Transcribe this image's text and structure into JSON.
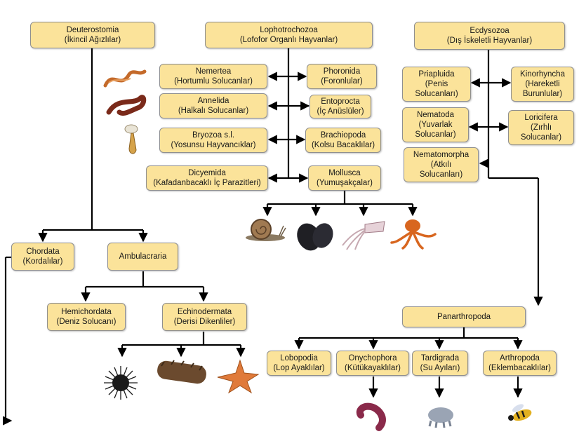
{
  "nodes": {
    "deuterostomia": {
      "name": "Deuterostomia",
      "sub": "(İkincil Ağızlılar)"
    },
    "lophotrochozoa": {
      "name": "Lophotrochozoa",
      "sub": "(Lofofor Organlı Hayvanlar)"
    },
    "ecdysozoa": {
      "name": "Ecdysozoa",
      "sub": "(Dış İskeletli Hayvanlar)"
    },
    "nemertea": {
      "name": "Nemertea",
      "sub": "(Hortumlu Solucanlar)"
    },
    "phoronida": {
      "name": "Phoronida",
      "sub": "(Foronlular)"
    },
    "annelida": {
      "name": "Annelida",
      "sub": "(Halkalı Solucanlar)"
    },
    "entoprocta": {
      "name": "Entoprocta",
      "sub": "(İç Anüslüler)"
    },
    "bryozoa": {
      "name": "Bryozoa s.l.",
      "sub": "(Yosunsu Hayvancıklar)"
    },
    "brachiopoda": {
      "name": "Brachiopoda",
      "sub": "(Kolsu Bacaklılar)"
    },
    "dicyemida": {
      "name": "Dicyemida",
      "sub": "(Kafadanbacaklı İç Parazitleri)"
    },
    "mollusca": {
      "name": "Mollusca",
      "sub": "(Yumuşakçalar)"
    },
    "priapulida": {
      "lines": [
        "Priapluida",
        "(Penis",
        "Solucanları)"
      ]
    },
    "kinorhyncha": {
      "lines": [
        "Kinorhyncha",
        "(Hareketli",
        "Burunlular)"
      ]
    },
    "nematoda": {
      "lines": [
        "Nematoda",
        "(Yuvarlak",
        "Solucanlar)"
      ]
    },
    "loricifera": {
      "lines": [
        "Loricifera",
        "(Zırhlı",
        "Solucanlar)"
      ]
    },
    "nematomorpha": {
      "lines": [
        "Nematomorpha",
        "(Atkılı",
        "Solucanları)"
      ]
    },
    "chordata": {
      "name": "Chordata",
      "sub": "(Kordalılar)"
    },
    "ambulacraria": {
      "name": "Ambulacraria",
      "sub": ""
    },
    "hemichordata": {
      "name": "Hemichordata",
      "sub": "(Deniz Solucanı)"
    },
    "echinodermata": {
      "name": "Echinodermata",
      "sub": "(Derisi Dikenliler)"
    },
    "panarthropoda": {
      "name": "Panarthropoda",
      "sub": ""
    },
    "lobopodia": {
      "name": "Lobopodia",
      "sub": "(Lop Ayaklılar)"
    },
    "onychophora": {
      "name": "Onychophora",
      "sub": "(Kütükayaklılar)"
    },
    "tardigrada": {
      "name": "Tardigrada",
      "sub": "(Su Ayıları)"
    },
    "arthropoda": {
      "name": "Arthropoda",
      "sub": "(Eklembacaklılar)"
    }
  },
  "icons": {
    "nemertea": "ribbon-worm-icon",
    "annelida": "earthworm-icon",
    "bryozoa": "bryozoan-icon",
    "mollusca": [
      "snail-icon",
      "mussel-icon",
      "squid-icon",
      "octopus-icon"
    ],
    "echinodermata": [
      "sea-urchin-icon",
      "sea-cucumber-icon",
      "starfish-icon"
    ],
    "onychophora": "velvet-worm-icon",
    "tardigrada": "tardigrade-icon",
    "arthropoda": "wasp-icon"
  },
  "colors": {
    "box_fill": "#fbe39a",
    "box_border": "#8f8f8f",
    "line": "#000000"
  }
}
